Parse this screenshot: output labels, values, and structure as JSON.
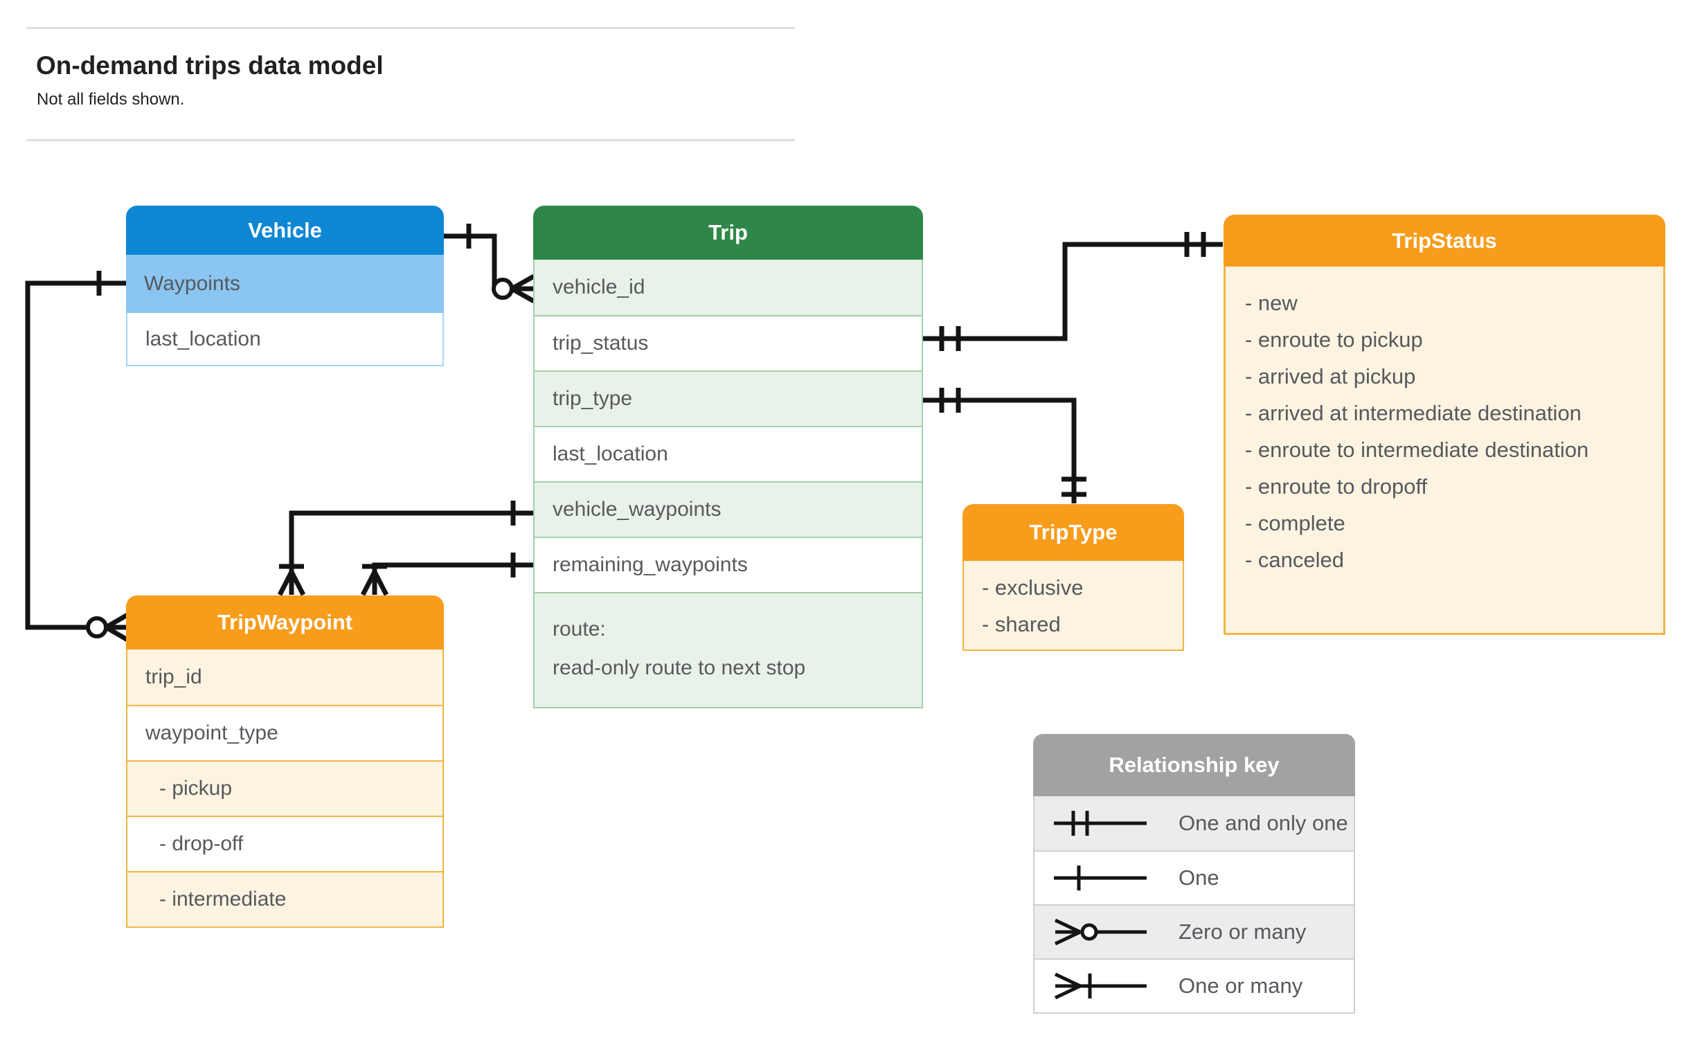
{
  "page": {
    "title": "On-demand trips data model",
    "subtitle": "Not all fields shown."
  },
  "colors": {
    "blue_header": "#0d87d3",
    "blue_highlight": "#8bc5f2",
    "green_header": "#2e8748",
    "green_tint": "#e9f2e9",
    "orange_header": "#f89c1c",
    "cream_tint": "#fdf3e1",
    "gray_header": "#a2a2a2",
    "gray_tint": "#ececec",
    "connector_line": "#141414",
    "row_text": "#56595d"
  },
  "entities": {
    "vehicle": {
      "title": "Vehicle",
      "rows": [
        "Waypoints",
        "last_location"
      ]
    },
    "trip": {
      "title": "Trip",
      "rows": [
        "vehicle_id",
        "trip_status",
        "trip_type",
        "last_location",
        "vehicle_waypoints",
        "remaining_waypoints"
      ],
      "route": [
        "route:",
        "read-only route to next stop"
      ]
    },
    "tripstatus": {
      "title": "TripStatus",
      "items": [
        "- new",
        "- enroute to pickup",
        "- arrived at pickup",
        "- arrived at intermediate destination",
        "- enroute to intermediate destination",
        "- enroute to dropoff",
        "- complete",
        "- canceled"
      ]
    },
    "triptype": {
      "title": "TripType",
      "items": [
        "- exclusive",
        "- shared"
      ]
    },
    "tripwaypoint": {
      "title": "TripWaypoint",
      "rows": [
        "trip_id",
        "waypoint_type",
        "- pickup",
        "- drop-off",
        "- intermediate"
      ]
    }
  },
  "legend": {
    "title": "Relationship key",
    "items": [
      {
        "symbol": "one-and-only-one-icon",
        "label": "One and only one"
      },
      {
        "symbol": "one-icon",
        "label": "One"
      },
      {
        "symbol": "zero-or-many-icon",
        "label": "Zero or many"
      },
      {
        "symbol": "one-or-many-icon",
        "label": "One or many"
      }
    ]
  }
}
